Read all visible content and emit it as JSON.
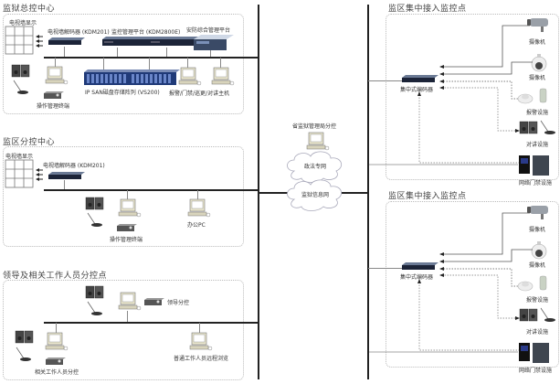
{
  "zones": {
    "hq": {
      "title": "监狱总控中心",
      "tv_wall": "电视墙显示",
      "decoder": "电视墙解码器 (KDM201)",
      "platform": "监控管理平台 (KDM2800E)",
      "security_platform": "安防综合管理平台",
      "storage": "IP SAN磁盘存储阵列 (VS200)",
      "alarm_host": "报警/门禁/巡更/对讲主机",
      "operator": "操作管理终端"
    },
    "district": {
      "title": "监区分控中心",
      "tv_wall": "电视墙显示",
      "decoder": "电视墙解码器 (KDM201)",
      "operator": "操作管理终端",
      "office_pc": "办公PC"
    },
    "leaders": {
      "title": "领导及相关工作人员分控点",
      "leader": "领导分控",
      "staff": "相关工作人员分控",
      "remote": "普通工作人员远程浏览"
    },
    "center": {
      "provincial": "省监狱管理局分控",
      "cloud_politics": "政法专网",
      "cloud_prison": "监狱信息网"
    },
    "access_points": [
      {
        "title": "监区集中接入监控点",
        "encoder": "集中式编码器",
        "camera1": "摄像机",
        "camera2": "摄像机",
        "alarm": "报警设施",
        "intercom": "对讲设施",
        "access": "网络门禁设施"
      },
      {
        "title": "监区集中接入监控点",
        "encoder": "集中式编码器",
        "camera1": "摄像机",
        "camera2": "摄像机",
        "alarm": "报警设施",
        "intercom": "对讲设施",
        "access": "网络门禁设施"
      }
    ]
  }
}
